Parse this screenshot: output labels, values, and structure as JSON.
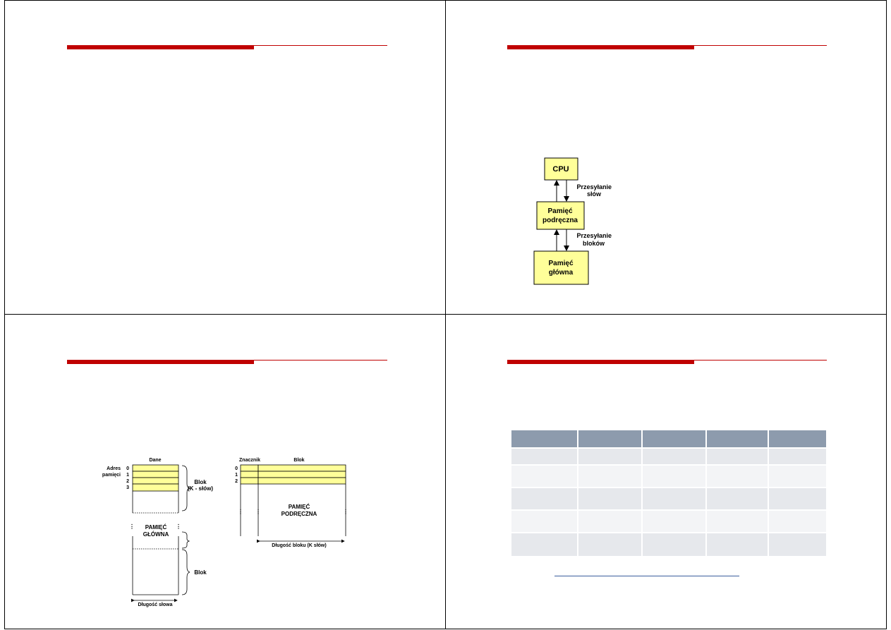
{
  "colors": {
    "accent": "#c00000",
    "box_fill": "#ffff99",
    "table_header": "#8d9bad",
    "table_row": "#e6e8ec",
    "table_row_alt": "#f3f4f6",
    "link": "#3b5e9c"
  },
  "slide2": {
    "cpu": "CPU",
    "cache_line1": "Pamięć",
    "cache_line2": "podręczna",
    "main_line1": "Pamięć",
    "main_line2": "główna",
    "transfer_words_1": "Przesyłanie",
    "transfer_words_2": "słów",
    "transfer_blocks_1": "Przesyłanie",
    "transfer_blocks_2": "bloków"
  },
  "slide3": {
    "dane": "Dane",
    "adres_1": "Adres",
    "adres_2": "pamięci",
    "addr0": "0",
    "addr1": "1",
    "addr2": "2",
    "addr3": "3",
    "blok_k_1": "Blok",
    "blok_k_2": "(K - słów)",
    "main_mem_1": "PAMIĘĆ",
    "main_mem_2": "GŁÓWNA",
    "blok": "Blok",
    "word_len": "Długość słowa",
    "znacznik": "Znacznik",
    "blok_hdr": "Blok",
    "c0": "0",
    "c1": "1",
    "c2": "2",
    "cache_mem_1": "PAMIĘĆ",
    "cache_mem_2": "PODRĘCZNA",
    "block_len": "Długość bloku (K słów)"
  },
  "slide4": {
    "table_rows": 5,
    "table_cols": 5
  }
}
